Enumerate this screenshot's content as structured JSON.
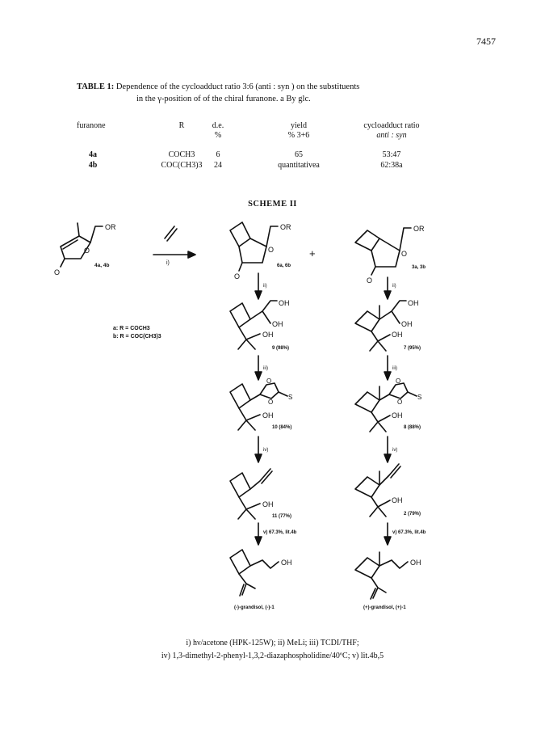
{
  "page_number": "7457",
  "table": {
    "caption_label": "TABLE 1:",
    "caption_text": "Dependence of the cycloadduct ratio 3:6 (anti : syn ) on the substituents",
    "caption_text2": "in the γ-position of of the chiral furanone. a By glc.",
    "headers": {
      "furanone": "furanone",
      "R": "R",
      "de": "d.e.",
      "de_unit": "%",
      "yield": "yield",
      "yield_unit": "% 3+6",
      "ratio": "cycloadduct ratio",
      "ratio_unit": "anti : syn"
    },
    "rows": [
      {
        "furanone": "4a",
        "R": "COCH3",
        "de": "6",
        "yield": "65",
        "ratio": "53:47"
      },
      {
        "furanone": "4b",
        "R": "COC(CH3)3",
        "de": "24",
        "yield": "quantitativea",
        "ratio": "62:38a"
      }
    ]
  },
  "scheme": {
    "title": "SCHEME II",
    "start_label": "4a, 4b",
    "step_i": "i)",
    "sub_a": "a:   R = COCH3",
    "sub_b": "b:   R = COC(CH3)3",
    "plus": "+",
    "OR": "OR",
    "OH": "OH",
    "O": "O",
    "S": "S",
    "c_6a": "6a, 6b",
    "c_3a": "3a, 3b",
    "c_9": "9 (98%)",
    "c_7": "7 (95%)",
    "c_10": "10 (84%)",
    "c_8": "8 (88%)",
    "c_11": "11 (77%)",
    "c_2": "2 (79%)",
    "step_ii": "ii)",
    "step_iii": "iii)",
    "step_iv": "iv)",
    "step_v": "v) 67.3%, lit.4b",
    "prod_left": "(-)-grandisol, (-)-1",
    "prod_right": "(+)-grandisol, (+)-1"
  },
  "footnote": {
    "line1": "i) hν/acetone (HPK-125W); ii) MeLi; iii) TCDI/THF;",
    "line2": "iv) 1,3-dimethyl-2-phenyl-1,3,2-diazaphospholidine/40ºC; v) lit.4b,5"
  }
}
